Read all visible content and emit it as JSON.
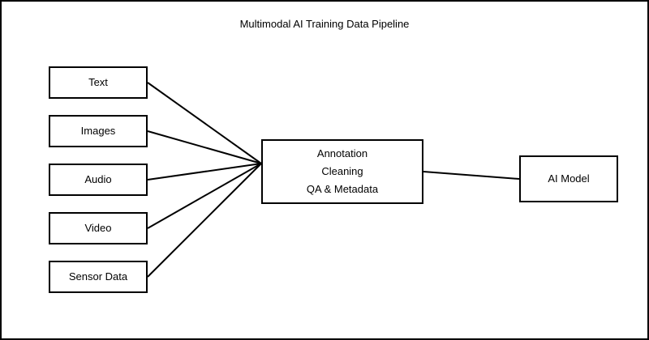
{
  "title": "Multimodal AI Training Data Pipeline",
  "sources": [
    {
      "label": "Text"
    },
    {
      "label": "Images"
    },
    {
      "label": "Audio"
    },
    {
      "label": "Video"
    },
    {
      "label": "Sensor Data"
    }
  ],
  "process": {
    "lines": [
      "Annotation",
      "Cleaning",
      "QA & Metadata"
    ]
  },
  "output": {
    "label": "AI Model"
  },
  "colors": {
    "stroke": "#000000",
    "background": "#ffffff",
    "text": "#000000"
  }
}
